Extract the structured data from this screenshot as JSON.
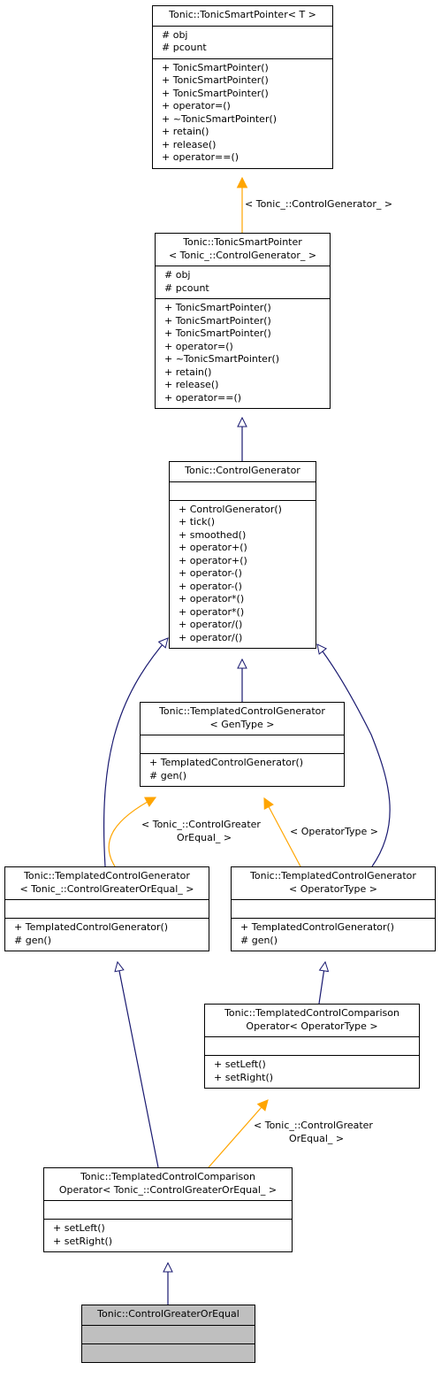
{
  "colors": {
    "inheritance": "#191970",
    "template_instance": "#ffa500",
    "current_class_fill": "#bfbfbf"
  },
  "classes": {
    "tsp_template": {
      "title": [
        "Tonic::TonicSmartPointer< T >"
      ],
      "attributes": [
        "# obj",
        "# pcount"
      ],
      "methods": [
        "+ TonicSmartPointer()",
        "+ TonicSmartPointer()",
        "+ TonicSmartPointer()",
        "+ operator=()",
        "+ ~TonicSmartPointer()",
        "+ retain()",
        "+ release()",
        "+ operator==()"
      ]
    },
    "tsp_cg": {
      "title": [
        "Tonic::TonicSmartPointer",
        "< Tonic_::ControlGenerator_ >"
      ],
      "attributes": [
        "# obj",
        "# pcount"
      ],
      "methods": [
        "+ TonicSmartPointer()",
        "+ TonicSmartPointer()",
        "+ TonicSmartPointer()",
        "+ operator=()",
        "+ ~TonicSmartPointer()",
        "+ retain()",
        "+ release()",
        "+ operator==()"
      ]
    },
    "control_generator": {
      "title": [
        "Tonic::ControlGenerator"
      ],
      "attributes": [],
      "methods": [
        "+ ControlGenerator()",
        "+ tick()",
        "+ smoothed()",
        "+ operator+()",
        "+ operator+()",
        "+ operator-()",
        "+ operator-()",
        "+ operator*()",
        "+ operator*()",
        "+ operator/()",
        "+ operator/()"
      ]
    },
    "tcg_gentype": {
      "title": [
        "Tonic::TemplatedControlGenerator",
        "< GenType >"
      ],
      "attributes": [],
      "methods": [
        "+ TemplatedControlGenerator()",
        "# gen()"
      ]
    },
    "tcg_cgoe": {
      "title": [
        "Tonic::TemplatedControlGenerator",
        "< Tonic_::ControlGreaterOrEqual_ >"
      ],
      "attributes": [],
      "methods": [
        "+ TemplatedControlGenerator()",
        "# gen()"
      ]
    },
    "tcg_optype": {
      "title": [
        "Tonic::TemplatedControlGenerator",
        "< OperatorType >"
      ],
      "attributes": [],
      "methods": [
        "+ TemplatedControlGenerator()",
        "# gen()"
      ]
    },
    "tcc_optype": {
      "title": [
        "Tonic::TemplatedControlComparison",
        "Operator< OperatorType >"
      ],
      "attributes": [],
      "methods": [
        "+ setLeft()",
        "+ setRight()"
      ]
    },
    "tcc_cgoe": {
      "title": [
        "Tonic::TemplatedControlComparison",
        "Operator< Tonic_::ControlGreaterOrEqual_ >"
      ],
      "attributes": [],
      "methods": [
        "+ setLeft()",
        "+ setRight()"
      ]
    },
    "cgoe": {
      "title": [
        "Tonic::ControlGreaterOrEqual"
      ],
      "attributes": [],
      "methods": []
    }
  },
  "edge_labels": {
    "cg_template": [
      "< Tonic_::ControlGenerator_ >"
    ],
    "cgoe_template_left": [
      "< Tonic_::ControlGreater",
      "OrEqual_ >"
    ],
    "optype_template": [
      "< OperatorType >"
    ],
    "cgoe_template_bottom": [
      "< Tonic_::ControlGreater",
      "OrEqual_ >"
    ]
  }
}
